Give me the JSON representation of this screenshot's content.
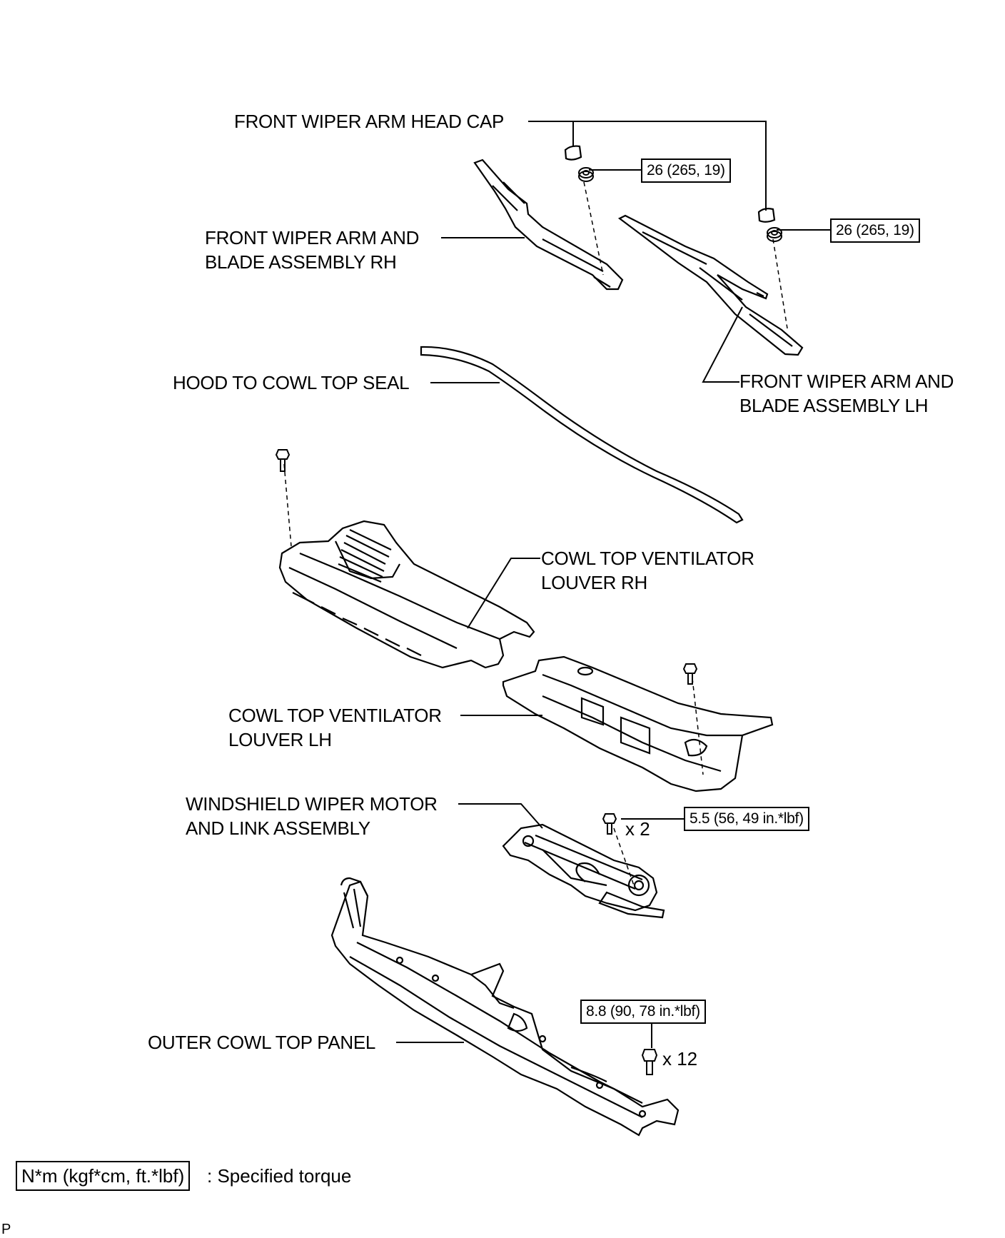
{
  "labels": {
    "head_cap": "FRONT WIPER ARM HEAD CAP",
    "arm_rh_line1": "FRONT WIPER ARM AND",
    "arm_rh_line2": "BLADE ASSEMBLY RH",
    "arm_lh_line1": "FRONT WIPER ARM AND",
    "arm_lh_line2": "BLADE ASSEMBLY LH",
    "hood_seal": "HOOD TO COWL TOP SEAL",
    "louver_rh_line1": "COWL TOP VENTILATOR",
    "louver_rh_line2": "LOUVER RH",
    "louver_lh_line1": "COWL TOP VENTILATOR",
    "louver_lh_line2": "LOUVER LH",
    "motor_line1": "WINDSHIELD WIPER MOTOR",
    "motor_line2": "AND LINK ASSEMBLY",
    "outer_panel": "OUTER COWL TOP PANEL"
  },
  "torques": {
    "arm_rh_nut": "26 (265, 19)",
    "arm_lh_nut": "26 (265, 19)",
    "motor_bolt": "5.5 (56, 49 in.*lbf)",
    "panel_bolt": "8.8 (90, 78 in.*lbf)"
  },
  "quantities": {
    "motor_bolt": "x 2",
    "panel_bolt": "x 12"
  },
  "legend": {
    "box": "N*m (kgf*cm, ft.*lbf)",
    "text": ": Specified torque"
  },
  "corner_mark": "P"
}
